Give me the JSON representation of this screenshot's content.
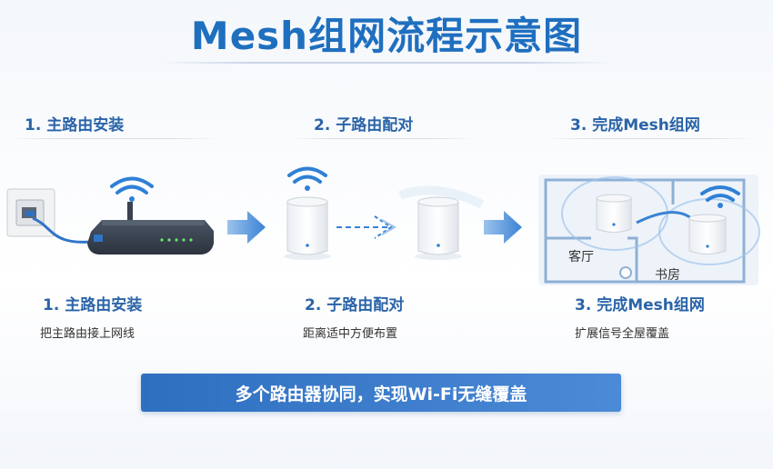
{
  "title": "Mesh组网流程示意图",
  "steps": [
    {
      "heading": "1. 主路由安装",
      "label": "1. 主路由安装",
      "desc": "把主路由接上网线"
    },
    {
      "heading": "2. 子路由配对",
      "label": "2. 子路由配对",
      "desc": "距离适中方便布置"
    },
    {
      "heading": "3. 完成Mesh组网",
      "label": "3. 完成Mesh组网",
      "desc": "扩展信号全屋覆盖"
    }
  ],
  "rooms": {
    "living": "客厅",
    "study": "书房"
  },
  "banner": "多个路由器协同，实现Wi-Fi无缝覆盖",
  "colors": {
    "accent": "#1f6fbf",
    "heading": "#2a64a8",
    "arrow": "#3a82d4",
    "router": "#3a4250"
  }
}
